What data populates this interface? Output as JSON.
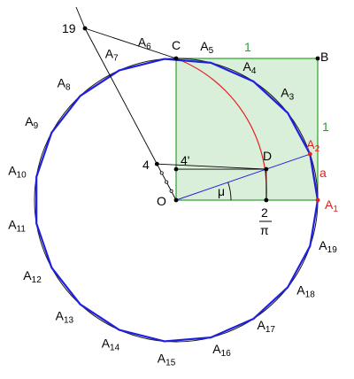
{
  "colors": {
    "square_fill": "#d9efd9",
    "square_stroke": "#2ca02c",
    "polygon": "#1f1fe0",
    "circle": "#1a1a1a",
    "arc": "#e02020",
    "red_label": "#e02020",
    "green_label": "#2ca02c",
    "construction": "#000000"
  },
  "labels": {
    "O": "O",
    "C": "C",
    "B": "B",
    "D": "D",
    "mu": "μ",
    "a": "a",
    "side_top": "1",
    "side_right": "1",
    "four": "4",
    "four_prime": "4'",
    "nineteen": "19",
    "two_over_pi_num": "2",
    "two_over_pi_den": "π"
  },
  "vertices": [
    {
      "letter": "A",
      "sub": "1"
    },
    {
      "letter": "A",
      "sub": "2"
    },
    {
      "letter": "A",
      "sub": "3"
    },
    {
      "letter": "A",
      "sub": "4"
    },
    {
      "letter": "A",
      "sub": "5"
    },
    {
      "letter": "A",
      "sub": "6"
    },
    {
      "letter": "A",
      "sub": "7"
    },
    {
      "letter": "A",
      "sub": "8"
    },
    {
      "letter": "A",
      "sub": "9"
    },
    {
      "letter": "A",
      "sub": "10"
    },
    {
      "letter": "A",
      "sub": "11"
    },
    {
      "letter": "A",
      "sub": "12"
    },
    {
      "letter": "A",
      "sub": "13"
    },
    {
      "letter": "A",
      "sub": "14"
    },
    {
      "letter": "A",
      "sub": "15"
    },
    {
      "letter": "A",
      "sub": "16"
    },
    {
      "letter": "A",
      "sub": "17"
    },
    {
      "letter": "A",
      "sub": "18"
    },
    {
      "letter": "A",
      "sub": "19"
    }
  ]
}
